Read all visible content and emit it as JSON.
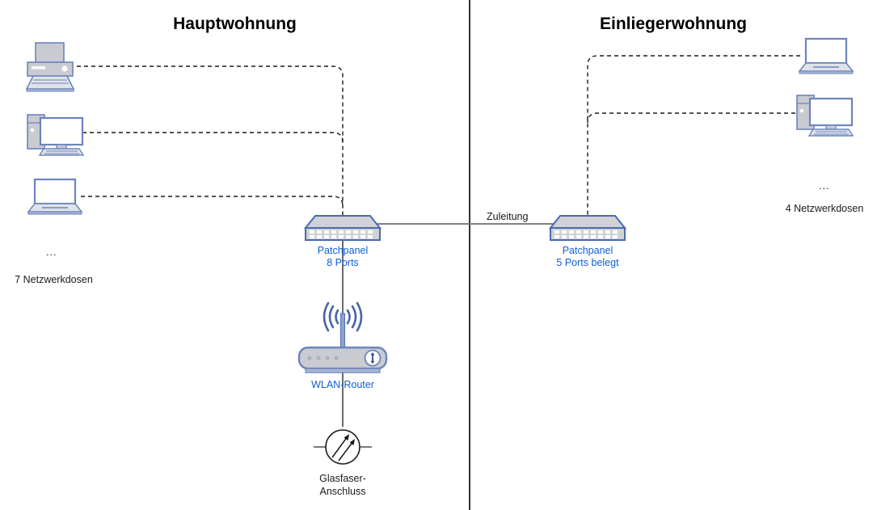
{
  "diagram": {
    "title_left": "Hauptwohnung",
    "title_right": "Einliegerwohnung",
    "divider": "vertical-divider",
    "colors": {
      "label_blue": "#0e5fd8",
      "device_stroke": "#6b84bd",
      "device_fill": "#c9cbd1",
      "link_gray": "#6e6e6e",
      "text_black": "#1a1a1a"
    }
  },
  "left_zone": {
    "title": "Hauptwohnung",
    "devices": [
      {
        "name": "printer",
        "label": ""
      },
      {
        "name": "desktop-pc",
        "label": ""
      },
      {
        "name": "laptop",
        "label": ""
      }
    ],
    "ellipsis": "...",
    "outlet_count_text": "7 Netzwerkdosen",
    "patchpanel": {
      "label_line1": "Patchpanel",
      "label_line2": "8 Ports"
    },
    "router": {
      "label": "WLAN-Router",
      "led_count": 4
    },
    "fiber": {
      "label_line1": "Glasfaser-",
      "label_line2": "Anschluss"
    }
  },
  "right_zone": {
    "title": "Einliegerwohnung",
    "devices": [
      {
        "name": "laptop",
        "label": ""
      },
      {
        "name": "desktop-pc",
        "label": ""
      }
    ],
    "ellipsis": "...",
    "outlet_count_text": "4 Netzwerkdosen",
    "patchpanel": {
      "label_line1": "Patchpanel",
      "label_line2": "5 Ports belegt"
    }
  },
  "links": {
    "trunk_label": "Zuleitung"
  }
}
